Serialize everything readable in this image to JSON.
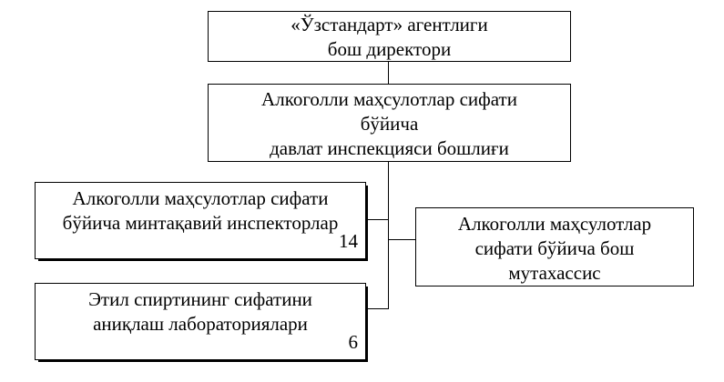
{
  "director": {
    "line1": "«Ўзстандарт» агентлиги",
    "line2": "бош директори"
  },
  "inspection_head": {
    "line1": "Алкоголли маҳсулотлар сифати",
    "line2": "бўйича",
    "line3": "давлат инспекцияси бошлиғи"
  },
  "regional_inspectors": {
    "line1": "Алкоголли маҳсулотлар сифати",
    "line2": "бўйича минтақавий инспекторлар",
    "count": "14"
  },
  "chief_specialist": {
    "line1": "Алкоголли маҳсулотлар",
    "line2": "сифати бўйича бош",
    "line3": "мутахассис"
  },
  "laboratories": {
    "line1": "Этил спиртининг сифатини",
    "line2": "аниқлаш лабораториялари",
    "count": "6"
  },
  "colors": {
    "line": "#000000",
    "background": "#ffffff"
  }
}
